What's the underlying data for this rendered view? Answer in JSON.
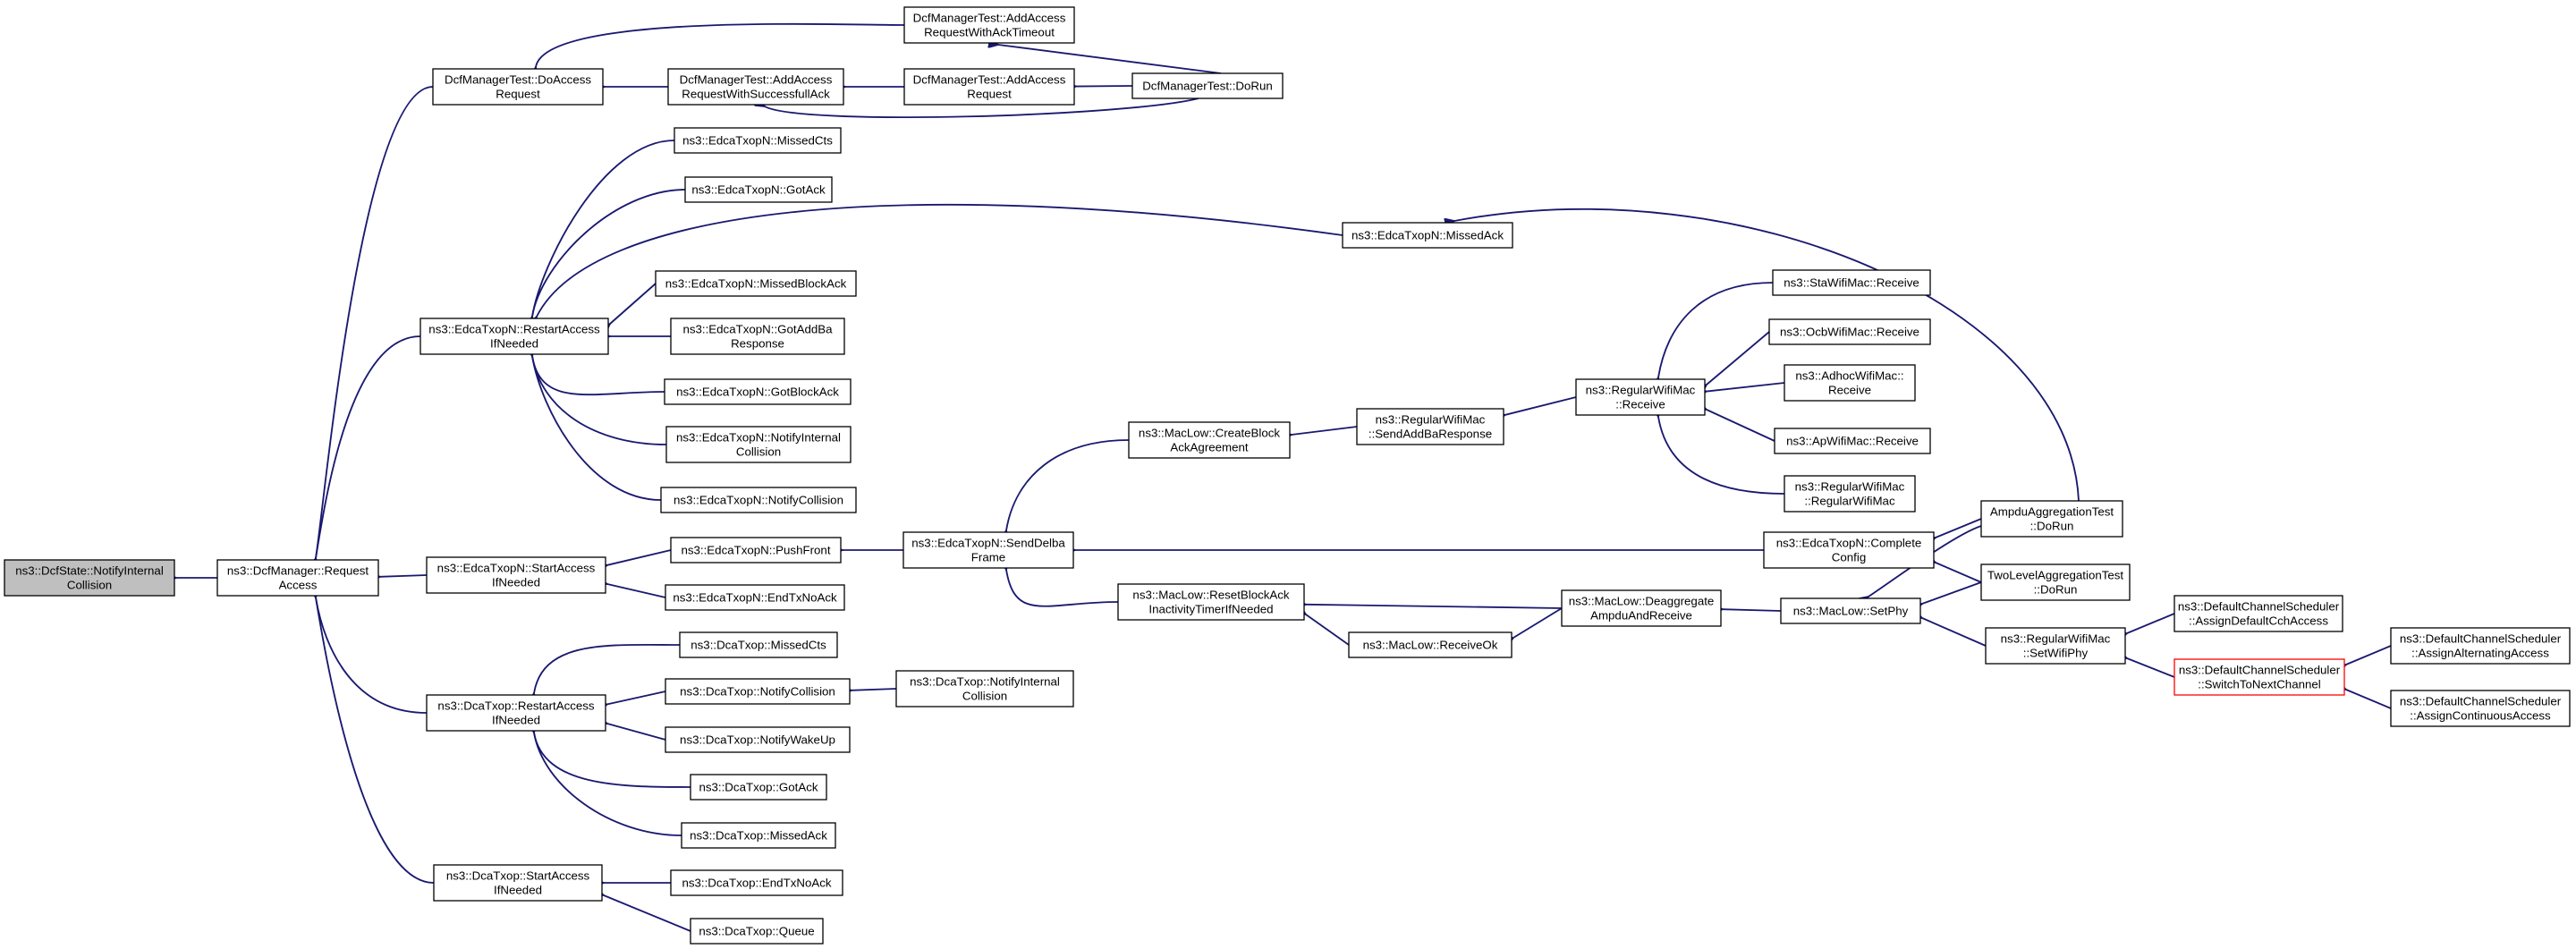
{
  "colors": {
    "edge": "#191970",
    "box_border": "#000000",
    "root_fill": "#bfbfbf",
    "highlight_border": "#ff0000"
  },
  "nodes": {
    "root": [
      "ns3::DcfState::NotifyInternal",
      "Collision"
    ],
    "dcf_request": [
      "ns3::DcfManager::Request",
      "Access"
    ],
    "dmt_doaccess": [
      "DcfManagerTest::DoAccess",
      "Request"
    ],
    "dmt_timeout": [
      "DcfManagerTest::AddAccess",
      "RequestWithAckTimeout"
    ],
    "dmt_success": [
      "DcfManagerTest::AddAccess",
      "RequestWithSuccessfullAck"
    ],
    "dmt_add": [
      "DcfManagerTest::AddAccess",
      "Request"
    ],
    "dmt_dorun": [
      "DcfManagerTest::DoRun"
    ],
    "e_restart": [
      "ns3::EdcaTxopN::RestartAccess",
      "IfNeeded"
    ],
    "e_missedcts": [
      "ns3::EdcaTxopN::MissedCts"
    ],
    "e_gotack": [
      "ns3::EdcaTxopN::GotAck"
    ],
    "e_missedack": [
      "ns3::EdcaTxopN::MissedAck"
    ],
    "e_missedblockack": [
      "ns3::EdcaTxopN::MissedBlockAck"
    ],
    "e_gotaddba": [
      "ns3::EdcaTxopN::GotAddBa",
      "Response"
    ],
    "e_gotblockack": [
      "ns3::EdcaTxopN::GotBlockAck"
    ],
    "e_notifyinternal": [
      "ns3::EdcaTxopN::NotifyInternal",
      "Collision"
    ],
    "e_notifycollision": [
      "ns3::EdcaTxopN::NotifyCollision"
    ],
    "e_start": [
      "ns3::EdcaTxopN::StartAccess",
      "IfNeeded"
    ],
    "e_pushfront": [
      "ns3::EdcaTxopN::PushFront"
    ],
    "e_endtxnoack": [
      "ns3::EdcaTxopN::EndTxNoAck"
    ],
    "e_senddelba": [
      "ns3::EdcaTxopN::SendDelba",
      "Frame"
    ],
    "m_createblock": [
      "ns3::MacLow::CreateBlock",
      "AckAgreement"
    ],
    "m_resetblock": [
      "ns3::MacLow::ResetBlockAck",
      "InactivityTimerIfNeeded"
    ],
    "m_receiveok": [
      "ns3::MacLow::ReceiveOk"
    ],
    "m_deaggregate": [
      "ns3::MacLow::Deaggregate",
      "AmpduAndReceive"
    ],
    "m_setphy": [
      "ns3::MacLow::SetPhy"
    ],
    "r_sendaddba": [
      "ns3::RegularWifiMac",
      "::SendAddBaResponse"
    ],
    "r_receive": [
      "ns3::RegularWifiMac",
      "::Receive"
    ],
    "sta_receive": [
      "ns3::StaWifiMac::Receive"
    ],
    "ocb_receive": [
      "ns3::OcbWifiMac::Receive"
    ],
    "adhoc_receive": [
      "ns3::AdhocWifiMac::",
      "Receive"
    ],
    "ap_receive": [
      "ns3::ApWifiMac::Receive"
    ],
    "r_ctor": [
      "ns3::RegularWifiMac",
      "::RegularWifiMac"
    ],
    "e_completeconfig": [
      "ns3::EdcaTxopN::Complete",
      "Config"
    ],
    "ampdu_dorun": [
      "AmpduAggregationTest",
      "::DoRun"
    ],
    "twolevel_dorun": [
      "TwoLevelAggregationTest",
      "::DoRun"
    ],
    "r_setwifiphy": [
      "ns3::RegularWifiMac",
      "::SetWifiPhy"
    ],
    "dcs_assigncch": [
      "ns3::DefaultChannelScheduler",
      "::AssignDefaultCchAccess"
    ],
    "dcs_switch": [
      "ns3::DefaultChannelScheduler",
      "::SwitchToNextChannel"
    ],
    "dcs_alternating": [
      "ns3::DefaultChannelScheduler",
      "::AssignAlternatingAccess"
    ],
    "dcs_continuous": [
      "ns3::DefaultChannelScheduler",
      "::AssignContinuousAccess"
    ],
    "d_restart": [
      "ns3::DcaTxop::RestartAccess",
      "IfNeeded"
    ],
    "d_missedcts": [
      "ns3::DcaTxop::MissedCts"
    ],
    "d_notifycollision": [
      "ns3::DcaTxop::NotifyCollision"
    ],
    "d_notifyinternal": [
      "ns3::DcaTxop::NotifyInternal",
      "Collision"
    ],
    "d_notifywakeup": [
      "ns3::DcaTxop::NotifyWakeUp"
    ],
    "d_gotack": [
      "ns3::DcaTxop::GotAck"
    ],
    "d_missedack": [
      "ns3::DcaTxop::MissedAck"
    ],
    "d_start": [
      "ns3::DcaTxop::StartAccess",
      "IfNeeded"
    ],
    "d_endtxnoack": [
      "ns3::DcaTxop::EndTxNoAck"
    ],
    "d_queue": [
      "ns3::DcaTxop::Queue"
    ]
  }
}
